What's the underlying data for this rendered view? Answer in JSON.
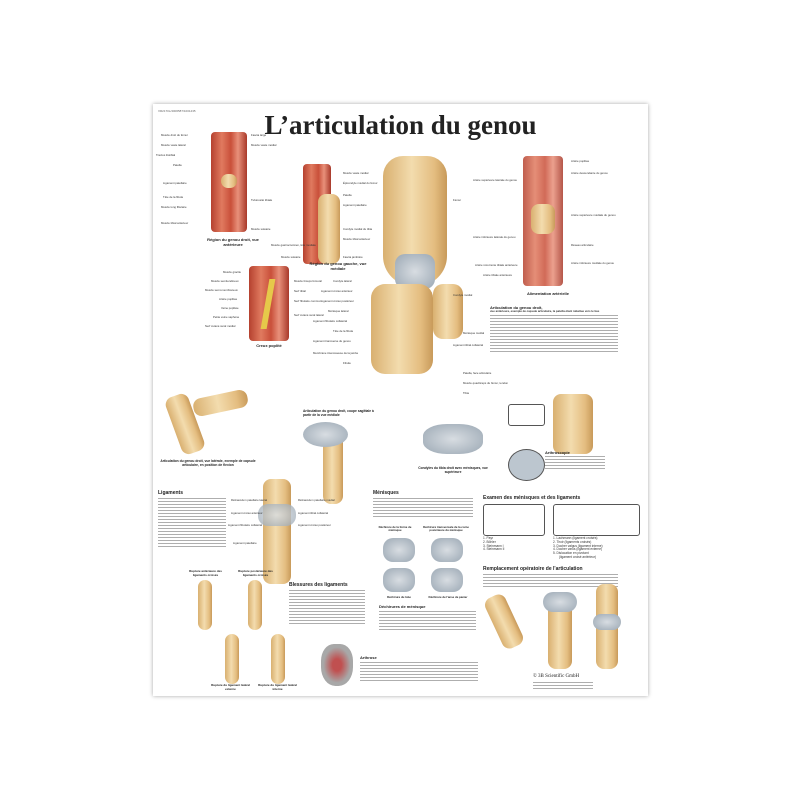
{
  "poster": {
    "code": "VR2170L/4006587/1001435",
    "title": "L’articulation du genou",
    "captions": {
      "anterior_region": "Région du genou droit, vue antérieure",
      "medial_region": "Région du genou gauche, vue médiale",
      "popliteal": "Creux poplité",
      "arterial": "Alimentation artérielle",
      "lateral_flexion": "Articulation du genou droit, vue latérale, exemple de capsule articulaire, en position de flexion",
      "sagittal": "Articulation du genou droit, coupe sagittale à partir de la vue médiale",
      "tibia_condyles": "Condyles du tibia droit avec ménisques, vue supérieure",
      "arthroscopy": "Arthroscopie",
      "rupture_ant": "Rupture antérieure des ligaments croisés",
      "rupture_post": "Rupture postérieure des ligaments croisés",
      "rupture_ext": "Rupture du ligament latéral externe",
      "rupture_int": "Rupture du ligament latéral interne",
      "tear_form": "Déchirure de la forme de ménisque",
      "tear_transverse": "Déchirure transversale de la corne postérieure du ménisque",
      "tear_lobe": "Déchirure du lobe",
      "tear_bucket": "Déchirure de l'anse de panier"
    },
    "sections": {
      "main_text_title": "Articulation du genou droit,",
      "main_text_sub": "vue antérieure, exemple de capsule articulaire, la patella étant rabattue vers le bas",
      "ligaments": "Ligaments",
      "menisques": "Ménisques",
      "blessures": "Blessures des ligaments",
      "dechirures": "Déchirures de ménisque",
      "arthrose": "Arthrose",
      "examen": "Examen des ménisques et des ligaments",
      "remplacement": "Remplacement opératoire de l'articulation"
    },
    "exam_list_1": [
      "1. Payr",
      "2. Böhler",
      "3. Steinmann I",
      "4. Steinmann II"
    ],
    "exam_list_2": [
      "1. Lachmann (ligament croisés)",
      "2. Tiroir (ligaments croisés)",
      "3. Docher valgus (ligament interne)",
      "4. Docher varus (ligament externe)",
      "5. Dislocation en pivotant",
      "(ligament croisé antérieur)"
    ],
    "labels": {
      "anterior": [
        "Muscle droit du fémur",
        "Muscle vaste latéral",
        "Tractus iliotibial",
        "Patella",
        "Ligament patellaire",
        "Tête de la fibula",
        "Muscle long fibulaire",
        "Muscle tibial antérieur",
        "Fascia large",
        "Muscle vaste médial",
        "Tubérosité tibiale",
        "Muscle soléaire"
      ],
      "medial": [
        "Muscle vaste médial",
        "Épicondyle médial du fémur",
        "Patella",
        "Ligament patellaire",
        "Condyle médial du tibia",
        "Muscle tibial antérieur",
        "Muscle gastrocnémien, tête médiale",
        "Muscle soléaire",
        "Fascia jambière"
      ],
      "popliteal": [
        "Muscle gracile",
        "Muscle semitendineux",
        "Muscle semi-membraneux",
        "Artère poplitée",
        "Veine poplitée",
        "Petite veine saphène",
        "Nerf cutané sural médial",
        "Muscle biceps fémoral",
        "Nerf tibial",
        "Nerf fibulaire commun",
        "Nerf cutané sural latéral"
      ],
      "main": [
        "Fémur",
        "Condyle latéral",
        "Ligament croisé antérieur",
        "Ligament croisé postérieur",
        "Ménisque latéral",
        "Ligament fibulaire collatéral",
        "Tête de la fibula",
        "Ligament transverse du genou",
        "Membrane interosseuse de la jambe",
        "Fibula",
        "Ménisque médial",
        "Ligament tibial collatéral",
        "Condyle médial",
        "Patella, face articulaire",
        "Muscle quadriceps du fémur, tendon",
        "Tibia"
      ],
      "arterial": [
        "Artère poplitée",
        "Artère descendante du genou",
        "Artère supérieure latérale du genou",
        "Artère inférieure latérale du genou",
        "Artère récurrente tibiale antérieure",
        "Artère tibiale antérieure",
        "Artère supérieure médiale du genou",
        "Artère inférieure médiale du genou",
        "Réseau articulaire"
      ],
      "ligaments": [
        "Rétinaculum patellaire latéral",
        "Ligament croisé antérieur",
        "Ligament fibulaire collatéral",
        "Rétinaculum patellaire médial",
        "Ligament tibial collatéral",
        "Ligament croisé postérieur",
        "Ligament patellaire"
      ]
    },
    "copyright": "© 3B Scientific GmbH",
    "colors": {
      "muscle": "#c9503a",
      "bone": "#efd3a0",
      "cartilage": "#a9b5bf",
      "text": "#222222"
    }
  }
}
